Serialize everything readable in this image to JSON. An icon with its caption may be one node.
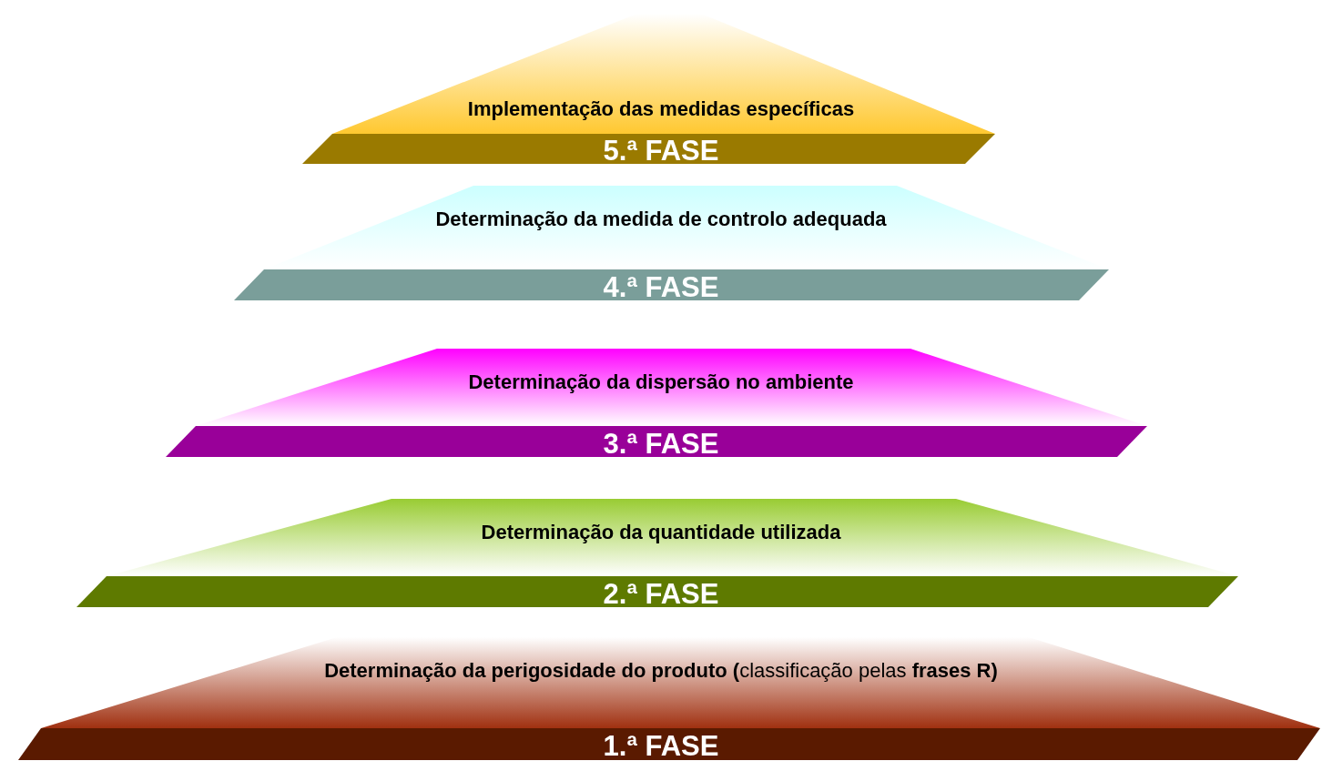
{
  "diagram": {
    "nodes": [
      {
        "text": [
          "Implementação das medidas específicas",
          "5.ª FASE"
        ]
      },
      {
        "text": [
          "Determinação da medida de controlo adequada",
          "4.ª FASE"
        ]
      },
      {
        "text": [
          "Determinação da dispersão no ambiente",
          "3.ª FASE"
        ]
      },
      {
        "text": [
          "Determinação da quantidade utilizada",
          "2.ª FASE"
        ]
      },
      {
        "text": [
          "**Determinação da perigosidade do produto (**classificação pelas **frases R)**",
          "1.ª FASE"
        ]
      }
    ]
  }
}
